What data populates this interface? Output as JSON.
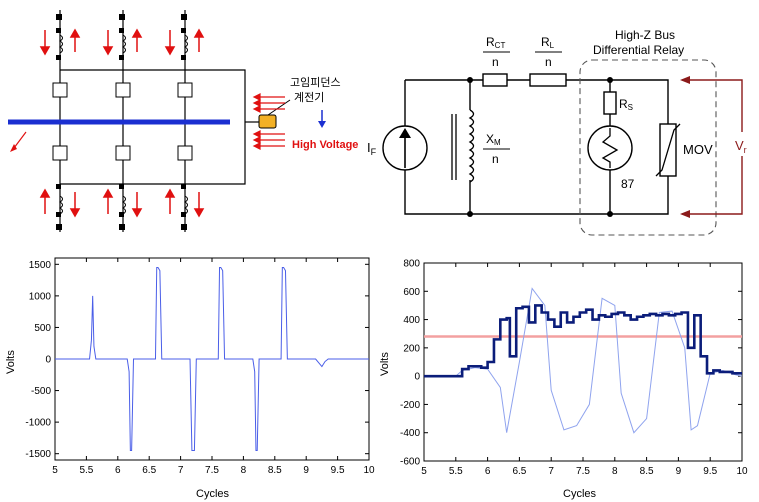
{
  "top_left": {
    "relay_label_line1": "고임피던스",
    "relay_label_line2": "계전기",
    "high_voltage": "High Voltage"
  },
  "top_right": {
    "rct": "R",
    "rct_sub": "CT",
    "rct_n": "n",
    "rl": "R",
    "rl_sub": "L",
    "rl_n": "n",
    "box_title1": "High-Z Bus",
    "box_title2": "Differential Relay",
    "rs": "R",
    "rs_sub": "S",
    "xm": "X",
    "xm_sub": "M",
    "xm_n": "n",
    "if": "I",
    "if_sub": "F",
    "relay_num": "87",
    "mov": "MOV",
    "vr": "V",
    "vr_sub": "r"
  },
  "chart_data": [
    {
      "type": "line",
      "title": "",
      "xlabel": "Cycles",
      "ylabel": "Volts",
      "xlim": [
        5,
        10
      ],
      "ylim": [
        -1600,
        1600
      ],
      "x_ticks": [
        "5",
        "5.5",
        "6",
        "6.5",
        "7",
        "7.5",
        "8",
        "8.5",
        "9",
        "9.5",
        "10"
      ],
      "y_ticks": [
        "1500",
        "1000",
        "500",
        "0",
        "-500",
        "-1000",
        "-1500"
      ],
      "series": [
        {
          "color": "#4a5ee8",
          "x": [
            5.0,
            5.55,
            5.58,
            5.6,
            5.62,
            5.65,
            6.15,
            6.18,
            6.2,
            6.22,
            6.25,
            6.6,
            6.62,
            6.64,
            6.67,
            6.7,
            7.15,
            7.18,
            7.2,
            7.22,
            7.25,
            7.6,
            7.62,
            7.64,
            7.67,
            7.7,
            8.15,
            8.18,
            8.2,
            8.22,
            8.25,
            8.6,
            8.62,
            8.64,
            8.67,
            8.7,
            9.15,
            9.2,
            9.25,
            9.3,
            9.35,
            10.0
          ],
          "y": [
            0,
            0,
            300,
            1000,
            200,
            0,
            0,
            -200,
            -1450,
            -1450,
            0,
            0,
            1450,
            1450,
            1400,
            0,
            0,
            -1450,
            -1450,
            -1450,
            0,
            0,
            1450,
            1450,
            1400,
            0,
            0,
            -200,
            -1450,
            -1450,
            0,
            0,
            1450,
            1450,
            1400,
            0,
            0,
            -60,
            -120,
            -40,
            0,
            0
          ]
        }
      ]
    },
    {
      "type": "line",
      "title": "",
      "xlabel": "Cycles",
      "ylabel": "Volts",
      "xlim": [
        5,
        10
      ],
      "ylim": [
        -600,
        800
      ],
      "x_ticks": [
        "5",
        "5.5",
        "6",
        "6.5",
        "7",
        "7.5",
        "8",
        "8.5",
        "9",
        "9.5",
        "10"
      ],
      "y_ticks": [
        "800",
        "600",
        "400",
        "200",
        "0",
        "-200",
        "-400",
        "-600"
      ],
      "threshold": 280,
      "threshold_color": "#f3a0a0",
      "series": [
        {
          "color": "#8fa3ee",
          "x": [
            5.0,
            5.5,
            5.6,
            5.8,
            6.0,
            6.2,
            6.3,
            6.5,
            6.7,
            6.9,
            7.0,
            7.2,
            7.4,
            7.6,
            7.8,
            8.0,
            8.1,
            8.3,
            8.5,
            8.7,
            8.9,
            9.1,
            9.2,
            9.3,
            9.5,
            9.7,
            9.9,
            10.0
          ],
          "y": [
            0,
            0,
            40,
            60,
            50,
            -80,
            -400,
            100,
            620,
            500,
            -100,
            -380,
            -350,
            -200,
            550,
            500,
            -120,
            -400,
            -300,
            450,
            460,
            200,
            -380,
            -350,
            20,
            40,
            10,
            0
          ]
        },
        {
          "color": "#0b1d7a",
          "step": true,
          "x": [
            5.0,
            5.6,
            5.7,
            5.9,
            6.0,
            6.1,
            6.2,
            6.3,
            6.35,
            6.45,
            6.55,
            6.65,
            6.75,
            6.85,
            6.95,
            7.05,
            7.15,
            7.25,
            7.35,
            7.45,
            7.55,
            7.65,
            7.75,
            7.85,
            7.95,
            8.05,
            8.15,
            8.25,
            8.35,
            8.45,
            8.55,
            8.65,
            8.75,
            8.85,
            8.95,
            9.05,
            9.15,
            9.25,
            9.35,
            9.45,
            9.55,
            9.65,
            9.75,
            9.85,
            10.0
          ],
          "y": [
            0,
            50,
            70,
            60,
            100,
            260,
            400,
            410,
            140,
            480,
            490,
            380,
            500,
            450,
            400,
            350,
            450,
            380,
            420,
            450,
            470,
            400,
            430,
            420,
            440,
            450,
            430,
            400,
            420,
            430,
            440,
            430,
            440,
            430,
            440,
            450,
            200,
            430,
            140,
            20,
            40,
            30,
            30,
            20,
            20
          ]
        }
      ]
    }
  ]
}
